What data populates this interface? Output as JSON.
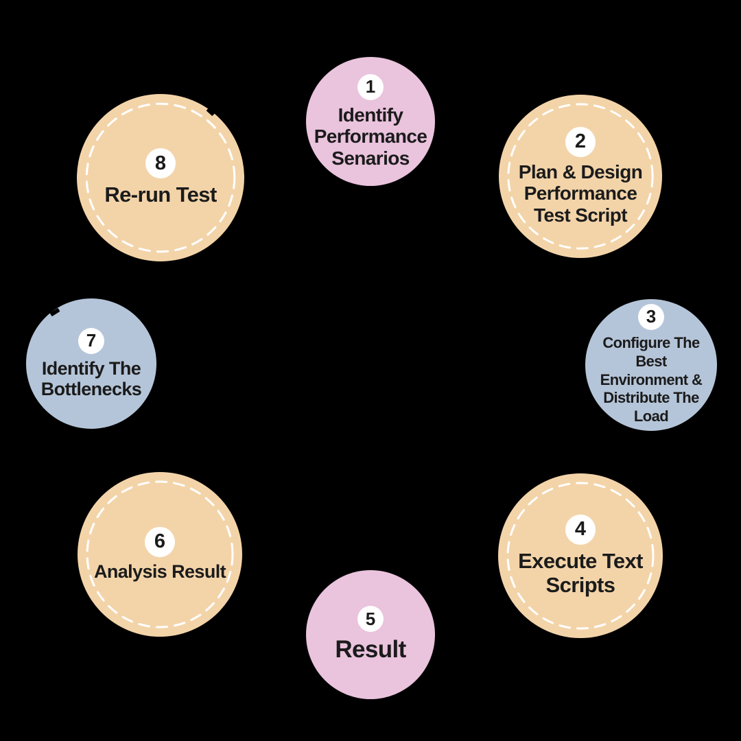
{
  "palette": {
    "pink": "#eac3dd",
    "tan": "#f3d4a9",
    "blue": "#b5c5d9",
    "ink": "#1b1b1b",
    "badge": "#ffffff",
    "dash": "#ffffff",
    "background": "#000000"
  },
  "steps": [
    {
      "number": "1",
      "label": "Identify\nPerformance\nSenarios",
      "color": "pink",
      "dashed": false
    },
    {
      "number": "2",
      "label": "Plan & Design\nPerformance\nTest Script",
      "color": "tan",
      "dashed": true
    },
    {
      "number": "3",
      "label": "Configure The\nBest\nEnvironment &\nDistribute The\nLoad",
      "color": "blue",
      "dashed": false
    },
    {
      "number": "4",
      "label": "Execute Text\nScripts",
      "color": "tan",
      "dashed": true
    },
    {
      "number": "5",
      "label": "Result",
      "color": "pink",
      "dashed": false
    },
    {
      "number": "6",
      "label": "Analysis Result",
      "color": "tan",
      "dashed": true
    },
    {
      "number": "7",
      "label": "Identify The\nBottlenecks",
      "color": "blue",
      "dashed": false
    },
    {
      "number": "8",
      "label": "Re-run Test",
      "color": "tan",
      "dashed": true
    }
  ]
}
